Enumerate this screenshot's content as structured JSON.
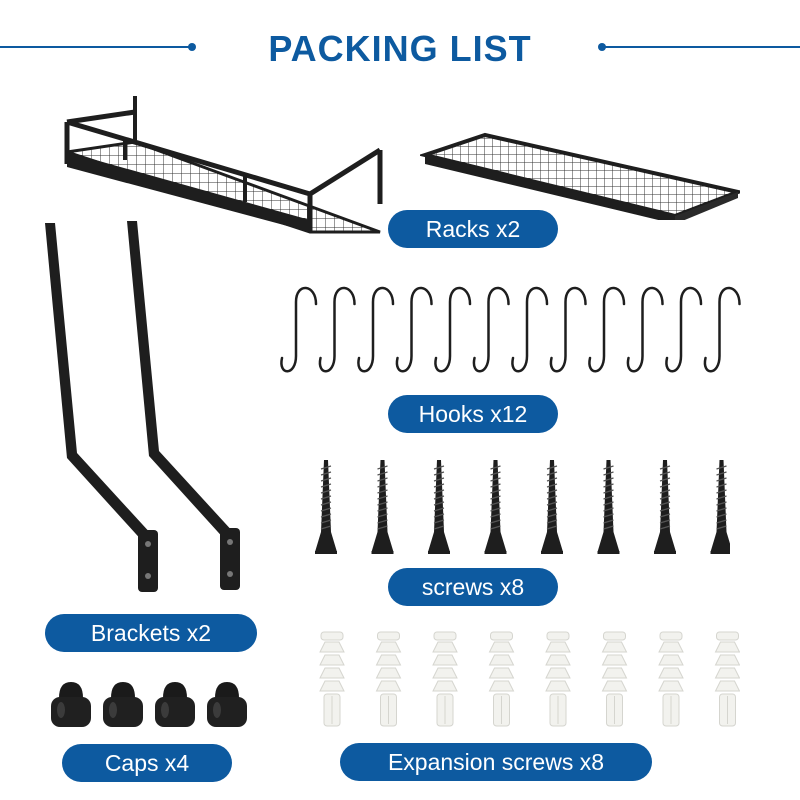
{
  "title": "PACKING LIST",
  "colors": {
    "accent": "#0d5aa0",
    "metal": "#1e1e1e",
    "plastic": "#f2f2ee"
  },
  "items": {
    "racks": {
      "label": "Racks x2",
      "icon": "rack-icon",
      "count": 2
    },
    "hooks": {
      "label": "Hooks x12",
      "icon": "s-hook-icon",
      "count": 12
    },
    "screws": {
      "label": "screws x8",
      "icon": "screw-icon",
      "count": 8
    },
    "brackets": {
      "label": "Brackets x2",
      "icon": "bracket-icon",
      "count": 2
    },
    "caps": {
      "label": "Caps x4",
      "icon": "cap-icon",
      "count": 4
    },
    "expansion_screws": {
      "label": "Expansion screws x8",
      "icon": "wall-anchor-icon",
      "count": 8
    }
  }
}
